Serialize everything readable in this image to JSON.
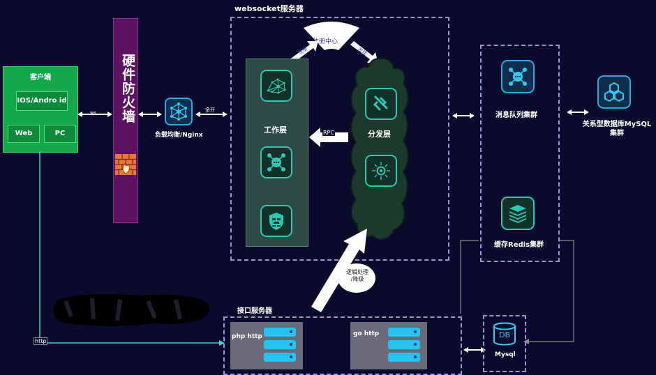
{
  "client": {
    "title": "客户端",
    "ios": "IOS/Andro id",
    "web": "Web",
    "pc": "PC"
  },
  "links": {
    "ws": "ws",
    "http": "http",
    "rpc": "RPC",
    "register": "注册",
    "discover": "发现",
    "logic": "逻辑处理 /降级",
    "lb_conn": "多开"
  },
  "firewall": {
    "label": "硬件防火墙"
  },
  "nginx": {
    "label": "负载均衡/Nginx"
  },
  "websocket": {
    "title": "websocket服务器",
    "registry": "注册中心",
    "worker": "工作层",
    "dispatch": "分发层"
  },
  "mq": {
    "label": "消息队列集群"
  },
  "redis": {
    "label": "缓存Redis集群"
  },
  "mysql_cluster": {
    "label": "关系型数据库MySQL 集群"
  },
  "api": {
    "title": "接口服务器",
    "php": "php http",
    "go": "go http"
  },
  "db": {
    "icon_text": "DB",
    "label": "Mysql"
  },
  "colors": {
    "background": "#0a0a2c",
    "client_green": "#13a84a",
    "firewall_purple": "#5e1262",
    "icon_blue": "#26c3ef",
    "dashed": "#a78fd8",
    "cyan_line": "#35d6d0"
  }
}
